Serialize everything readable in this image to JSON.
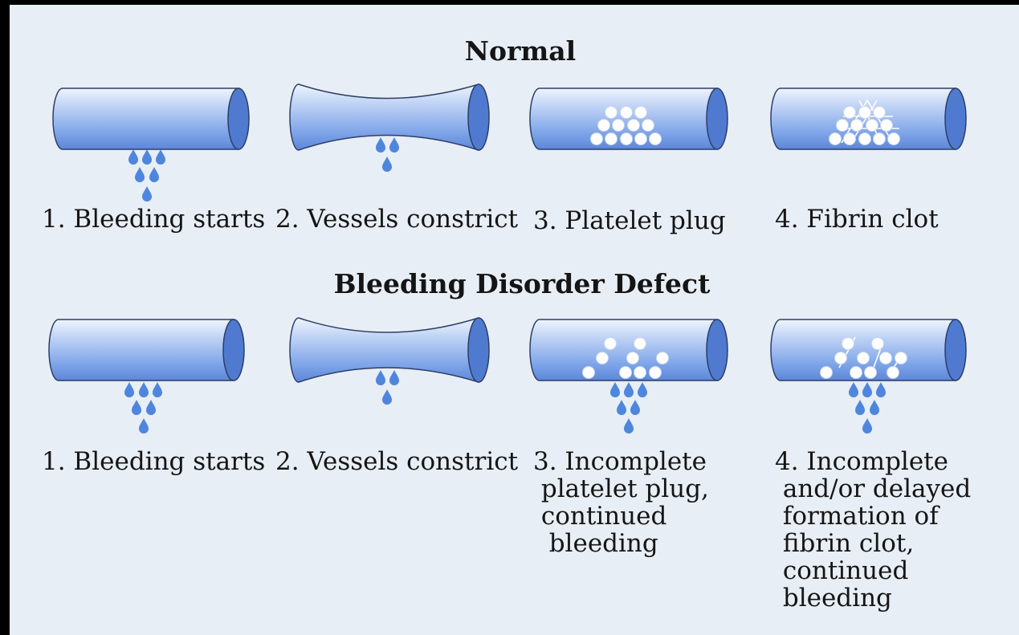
{
  "sections": [
    {
      "title": "Normal",
      "steps": [
        {
          "label": "1. Bleeding starts"
        },
        {
          "label": "2. Vessels constrict"
        },
        {
          "label": "3. Platelet plug"
        },
        {
          "label": "4. Fibrin clot"
        }
      ]
    },
    {
      "title": "Bleeding Disorder Defect",
      "steps": [
        {
          "label": "1. Bleeding starts"
        },
        {
          "label": "2. Vessels constrict"
        },
        {
          "label": "3. Incomplete\n platelet plug,\n continued\n  bleeding"
        },
        {
          "label": "4. Incomplete\n and/or delayed\n formation of\n fibrin clot,\n continued\n bleeding"
        }
      ]
    }
  ],
  "colors": {
    "background": "#e8eef5",
    "vessel_light": "#eef4fd",
    "vessel_mid": "#8fb2ec",
    "vessel_dark": "#5c86d8",
    "vessel_end": "#4f7ad0",
    "blood_drop": "#4e86de",
    "platelet": "#ffffff"
  }
}
